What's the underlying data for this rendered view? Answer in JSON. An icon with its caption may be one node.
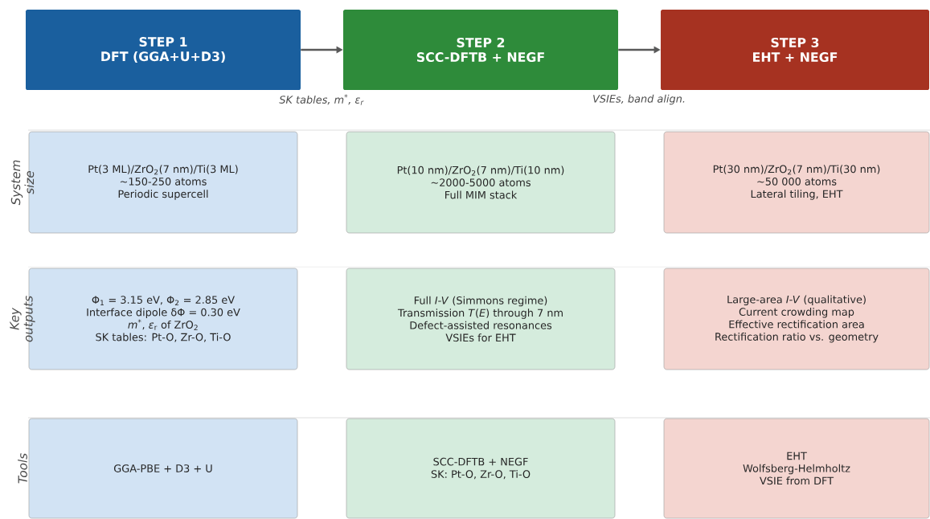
{
  "diagram": {
    "nodes": [
      {
        "text": [
          "STEP 1",
          "DFT (GGA+U+D3)"
        ]
      },
      {
        "text": [
          "STEP 2",
          "SCC-DFTB + NEGF"
        ]
      },
      {
        "text": [
          "STEP 3",
          "EHT + NEGF"
        ]
      },
      {
        "text": [
          "Pt(3 ML)/ZrO$_{2}$(7 nm)/Ti(3 ML)",
          "~150-250 atoms",
          "Periodic supercell"
        ]
      },
      {
        "text": [
          "Pt(10 nm)/ZrO$_{2}$(7 nm)/Ti(10 nm)",
          "~2000-5000 atoms",
          "Full MIM stack"
        ]
      },
      {
        "text": [
          "Pt(30 nm)/ZrO$_{2}$(7 nm)/Ti(30 nm)",
          "~50 000 atoms",
          "Lateral tiling, EHT"
        ]
      },
      {
        "text": [
          "Φ$_{1}$ = 3.15 eV, Φ$_{2}$ = 2.85 eV",
          "Interface dipole δΦ = 0.30 eV",
          "*m*$^{*}$, *ε*$_{r}$ of ZrO$_{2}$",
          "SK tables: Pt-O, Zr-O, Ti-O"
        ]
      },
      {
        "text": [
          "Full *I-V* (Simmons regime)",
          "Transmission *T*(*E*) through 7 nm",
          "Defect-assisted resonances",
          "VSIEs for EHT"
        ]
      },
      {
        "text": [
          "Large-area *I-V* (qualitative)",
          "Current crowding map",
          "Effective rectification area",
          "Rectification ratio vs. geometry"
        ]
      },
      {
        "text": [
          "GGA-PBE + D3 + U"
        ]
      },
      {
        "text": [
          "SCC-DFTB + NEGF",
          "SK: Pt-O, Zr-O, Ti-O"
        ]
      },
      {
        "text": [
          "EHT",
          "Wolfsberg-Helmholtz",
          "VSIE from DFT"
        ]
      }
    ],
    "edges": [
      {
        "from": 0,
        "to": 1,
        "arrow": "to",
        "label": "SK tables, m$^{*}$, ε$_{r}$"
      },
      {
        "from": 1,
        "to": 2,
        "arrow": "to",
        "label": "VSIEs, band align."
      }
    ],
    "labels": [
      "System size",
      "Key outputs",
      "Tools"
    ]
  }
}
